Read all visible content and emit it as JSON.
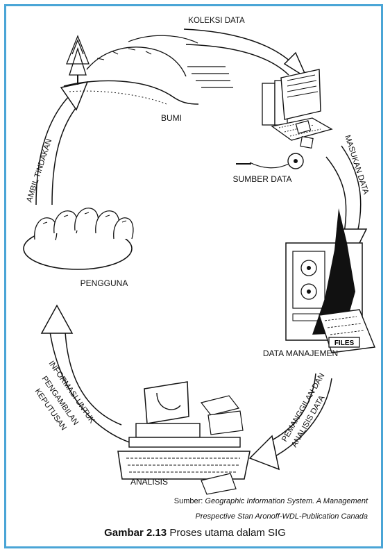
{
  "stages": {
    "bumi": "BUMI",
    "sumber_data": "SUMBER DATA",
    "data_manajemen": "DATA MANAJEMEN",
    "analisis": "ANALISIS",
    "pengguna": "PENGGUNA"
  },
  "flows": {
    "koleksi_data": "KOLEKSI DATA",
    "masukan_data": "MASUKAN DATA",
    "pemanggilan_line1": "PEMANGGILAN DAN",
    "pemanggilan_line2": "ANALISIS DATA",
    "informasi_line1": "INFORMASI UNTUK",
    "informasi_line2": "PENGAMBILAN",
    "informasi_line3": "KEPUTUSAN",
    "ambil_tindakan": "AMBIL TINDAKAN"
  },
  "device_labels": {
    "files": "FILES"
  },
  "caption": {
    "source_prefix": "Sumber: ",
    "source_line1": "Geographic Information System. A Management",
    "source_line2": "Prespective Stan Aronoff-WDL-Publication Canada",
    "figure_number": "Gambar 2.13",
    "figure_title": " Proses utama dalam SIG"
  },
  "colors": {
    "frame_border": "#4aa5d6",
    "ink": "#111111"
  }
}
